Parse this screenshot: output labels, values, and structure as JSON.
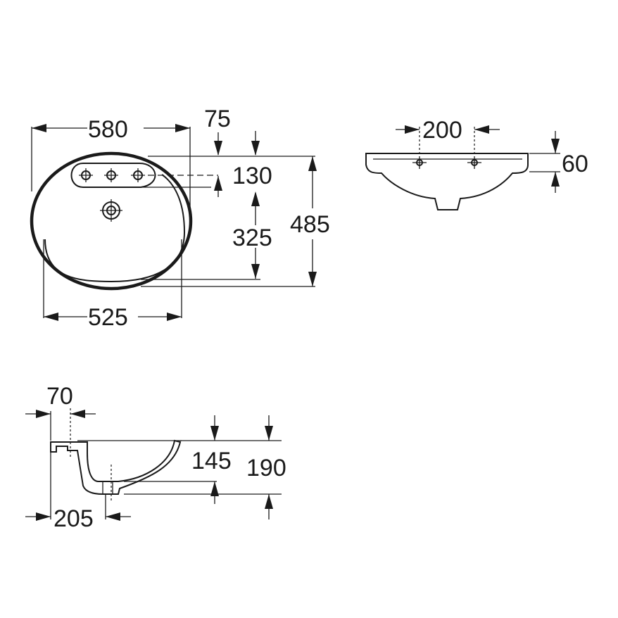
{
  "top_view": {
    "overall_width": "580",
    "bowl_width": "525",
    "overall_depth": "485",
    "tap_hole_offset": "75",
    "tap_to_waste": "130",
    "waste_to_front": "325"
  },
  "front_view": {
    "tap_spacing": "200",
    "rim_height": "60"
  },
  "section_view": {
    "rim_overhang": "70",
    "rim_to_waste": "205",
    "bowl_depth": "145",
    "total_height": "190"
  }
}
